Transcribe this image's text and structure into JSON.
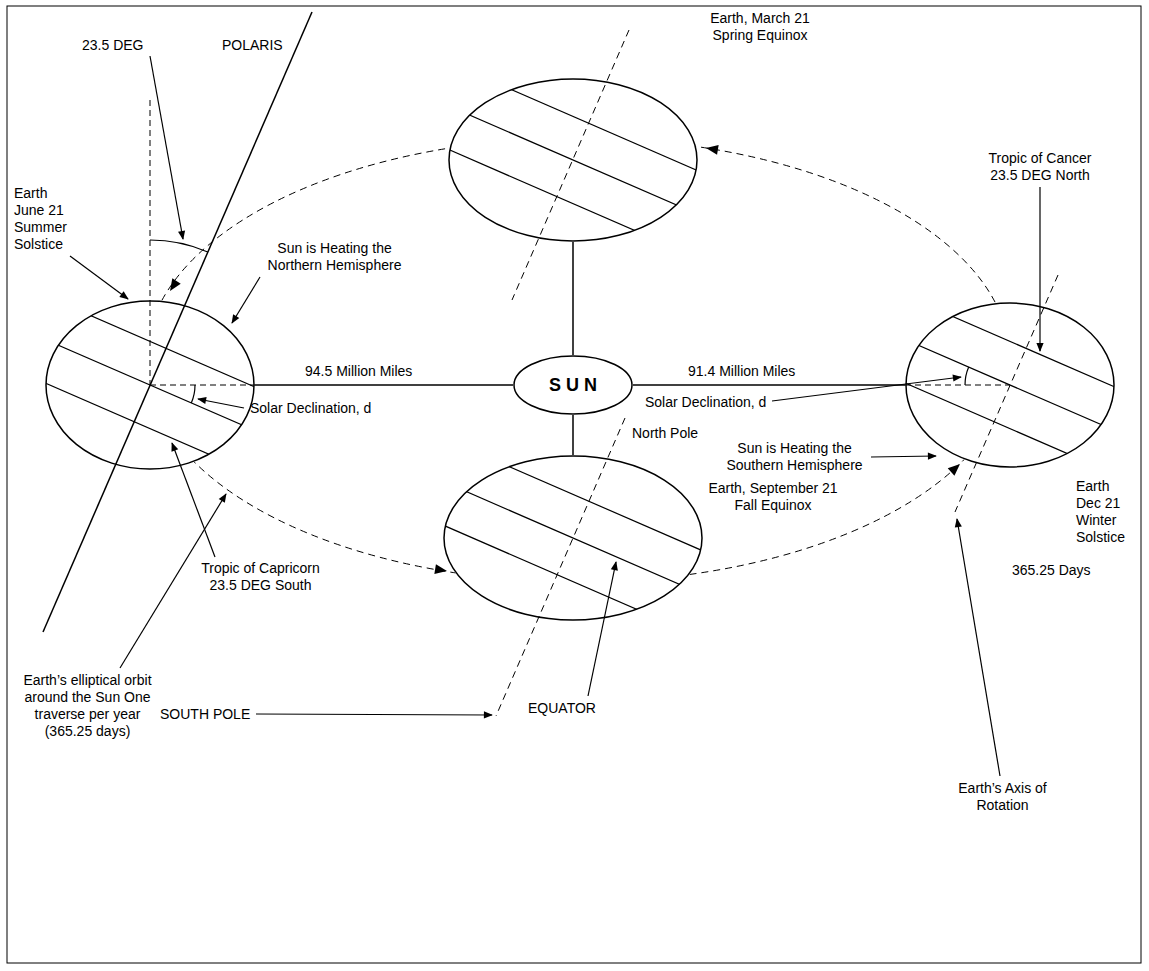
{
  "diagram": {
    "nodes": [
      {
        "text": [
          "Earth, March 21 Spring Equinox"
        ]
      },
      {
        "text": [
          "Earth June 21 Summer Solstice"
        ]
      },
      {
        "text": [
          "S U N"
        ]
      },
      {
        "text": [
          "Earth Dec 21 Winter Solstice"
        ]
      },
      {
        "text": [
          "Earth, September 21 Fall Equinox"
        ]
      }
    ],
    "edges": [
      {
        "from": 2,
        "to": 0,
        "arrow": "none"
      },
      {
        "from": 2,
        "to": 1,
        "label": "94.5 Million Miles",
        "arrow": "none"
      },
      {
        "from": 2,
        "to": 3,
        "label": "91.4 Million Miles",
        "arrow": "none"
      },
      {
        "from": 2,
        "to": 4,
        "arrow": "none"
      }
    ],
    "labels": [
      "POLARIS",
      "23.5 DEG",
      "Sun is Heating the Northern Hemisphere",
      "Tropic of Cancer 23.5 DEG North",
      "Solar Declination, d",
      "Solar Declination, d",
      "Sun is Heating the Southern Hemisphere",
      "Tropic of Capricorn 23.5 DEG South",
      "North Pole",
      "365.25 Days",
      "Earth’s elliptical orbit around the Sun One traverse per year (365.25 days)",
      "SOUTH POLE",
      "EQUATOR",
      "Earth’s Axis of Rotation"
    ]
  }
}
